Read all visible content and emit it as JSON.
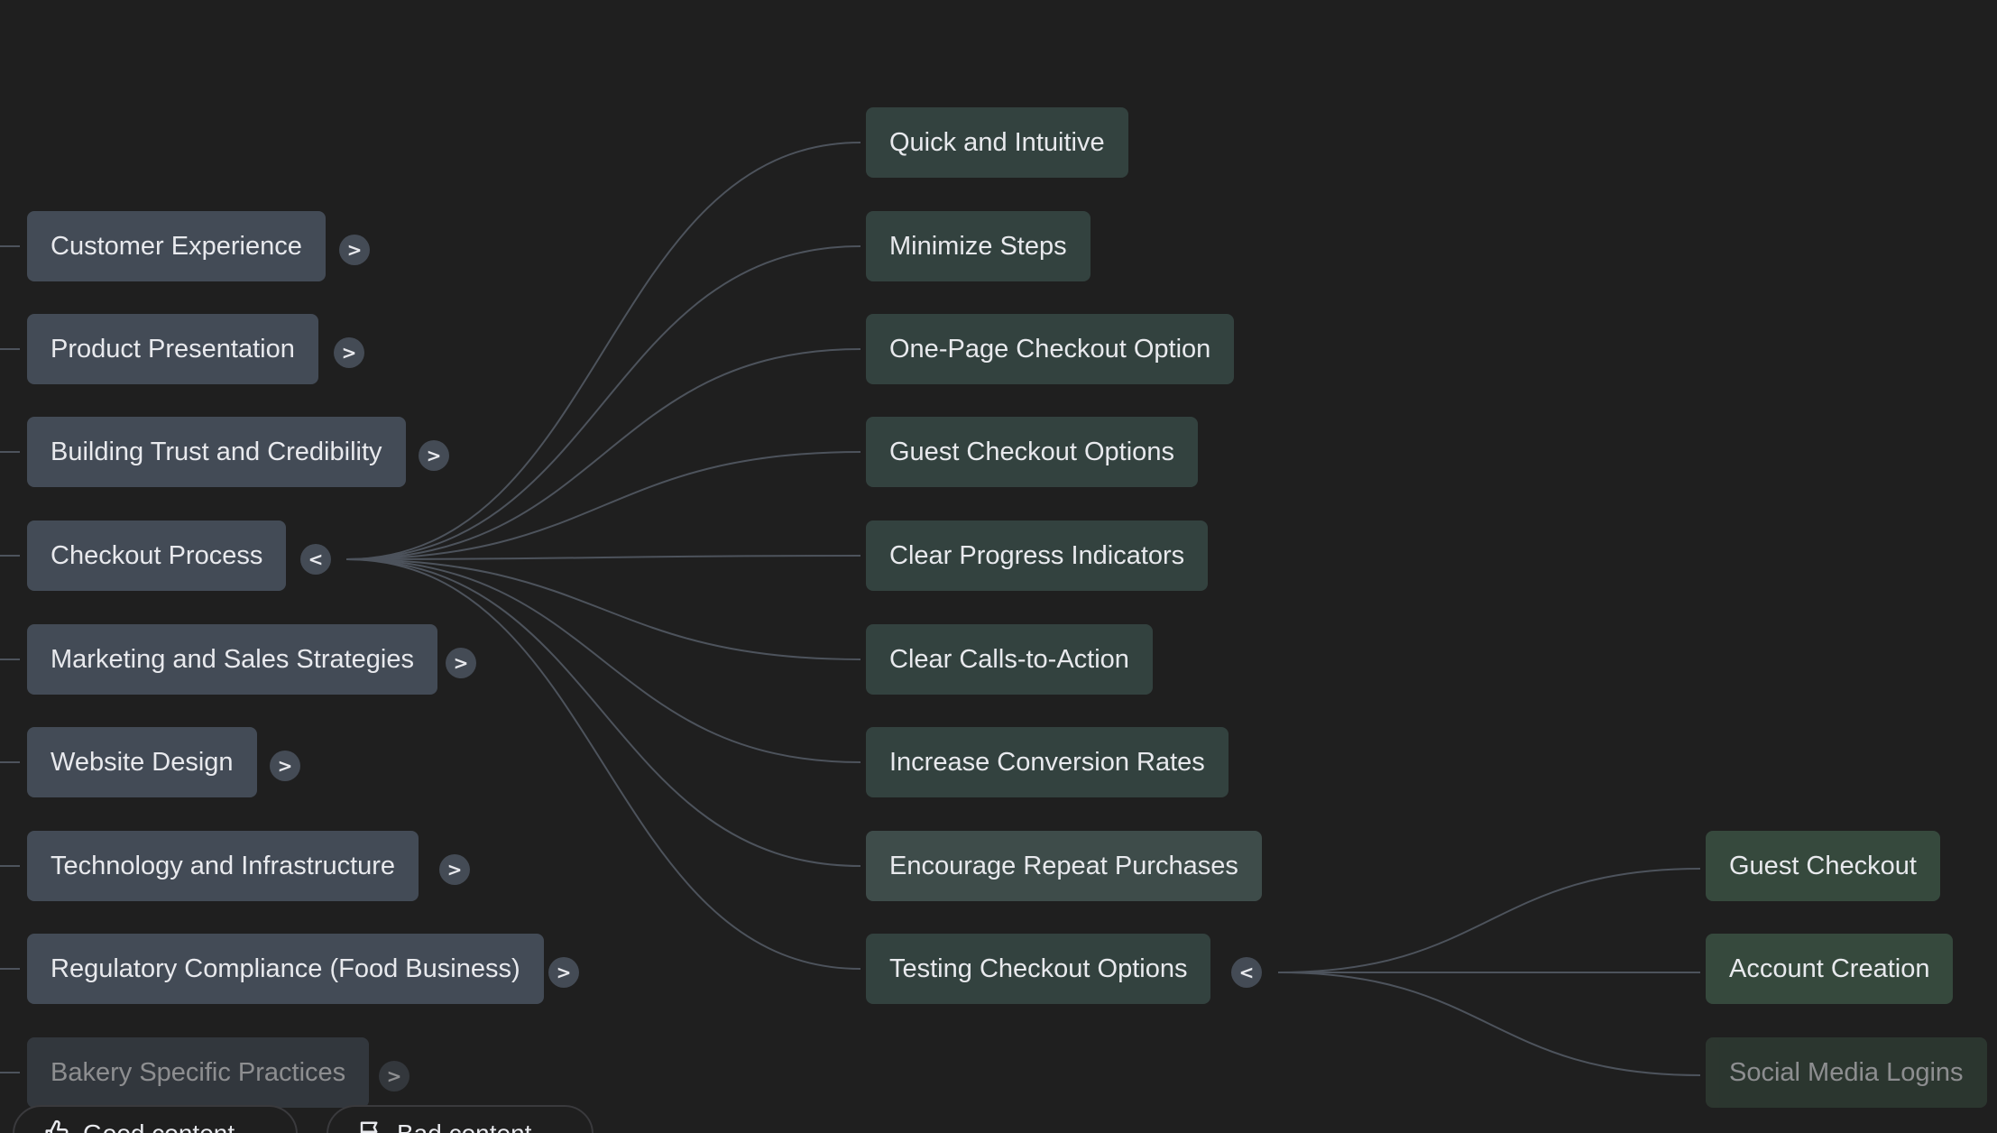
{
  "mindmap": {
    "branches": [
      {
        "label": "Customer Experience",
        "toggle": ">"
      },
      {
        "label": "Product Presentation",
        "toggle": ">"
      },
      {
        "label": "Building Trust and Credibility",
        "toggle": ">"
      },
      {
        "label": "Checkout Process",
        "toggle": "<"
      },
      {
        "label": "Marketing and Sales Strategies",
        "toggle": ">"
      },
      {
        "label": "Website Design",
        "toggle": ">"
      },
      {
        "label": "Technology and Infrastructure",
        "toggle": ">"
      },
      {
        "label": "Regulatory Compliance (Food Business)",
        "toggle": ">"
      },
      {
        "label": "Bakery Specific Practices",
        "toggle": ">"
      }
    ],
    "checkout_children": [
      {
        "label": "Quick and Intuitive"
      },
      {
        "label": "Minimize Steps"
      },
      {
        "label": "One-Page Checkout Option"
      },
      {
        "label": "Guest Checkout Options"
      },
      {
        "label": "Clear Progress Indicators"
      },
      {
        "label": "Clear Calls-to-Action"
      },
      {
        "label": "Increase Conversion Rates"
      },
      {
        "label": "Encourage Repeat Purchases"
      },
      {
        "label": "Testing Checkout Options",
        "toggle": "<"
      }
    ],
    "testing_children": [
      {
        "label": "Guest Checkout"
      },
      {
        "label": "Account Creation"
      },
      {
        "label": "Social Media Logins"
      }
    ]
  },
  "bottom_bar": {
    "left_button": {
      "label": "Good content",
      "icon": "thumbs-up-icon"
    },
    "right_button": {
      "label": "Bad content",
      "icon": "flag-icon"
    }
  },
  "colors": {
    "background": "#1f1f1f",
    "level1_node": "#434b56",
    "level2_node": "#33423f",
    "level3_node": "#36493d",
    "connector": "#4d535c"
  }
}
